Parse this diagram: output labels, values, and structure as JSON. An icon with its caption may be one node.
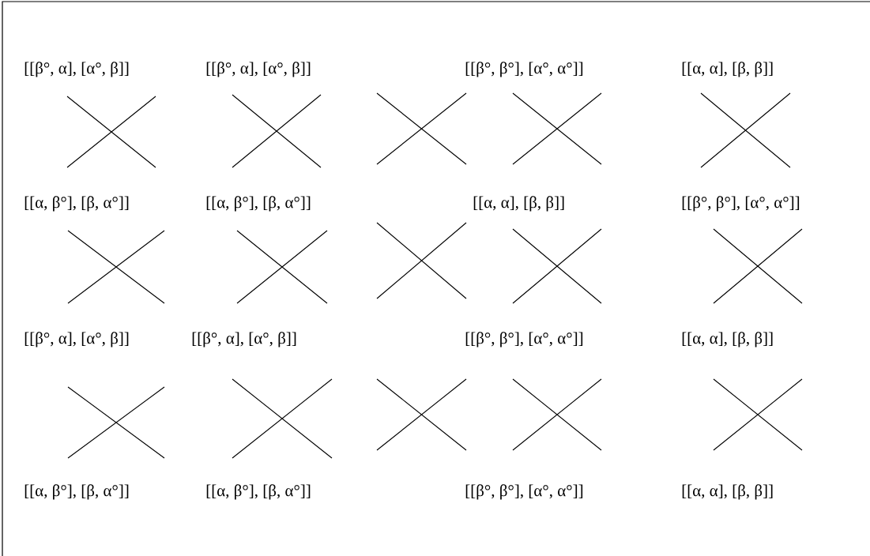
{
  "diagram": {
    "labels": [
      "[[β°, α], [α°, β]]",
      "[[β°, α], [α°, β]]",
      "[[β°, β°], [α°, α°]]",
      "[[α, α], [β, β]]",
      "[[α, β°], [β, α°]]",
      "[[α, β°], [β, α°]]",
      "[[α, α], [β, β]]",
      "[[β°, β°], [α°, α°]]",
      "[[β°, α], [α°, β]]",
      "[[β°, α], [α°, β]]",
      "[[β°, β°], [α°, α°]]",
      "[[α, α], [β, β]]",
      "[[α, β°], [β, α°]]",
      "[[α, β°], [β, α°]]",
      "[[β°, β°], [α°, α°]]",
      "[[α, α], [β, β]]"
    ]
  }
}
